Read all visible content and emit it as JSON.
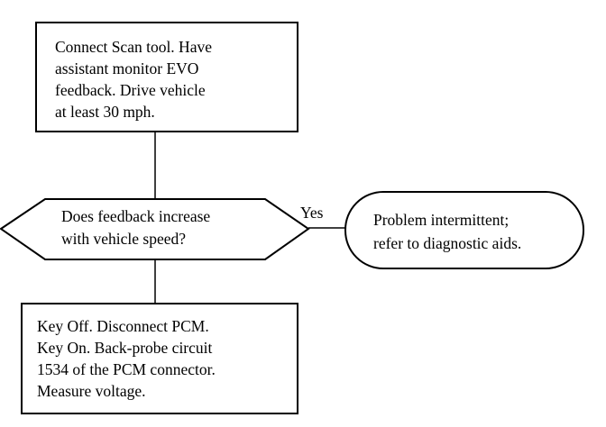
{
  "flowchart": {
    "step_connect": {
      "lines": [
        "Connect Scan tool. Have",
        "assistant monitor EVO",
        "feedback. Drive vehicle",
        "at least 30 mph."
      ]
    },
    "decision_feedback": {
      "lines": [
        "Does feedback increase",
        "with vehicle speed?"
      ]
    },
    "yes_label": "Yes",
    "result_intermittent": {
      "lines": [
        "Problem intermittent;",
        "refer to diagnostic aids."
      ]
    },
    "step_measure": {
      "lines": [
        "Key Off. Disconnect PCM.",
        "Key On. Back-probe circuit",
        "1534 of the PCM connector.",
        "Measure voltage."
      ]
    }
  }
}
